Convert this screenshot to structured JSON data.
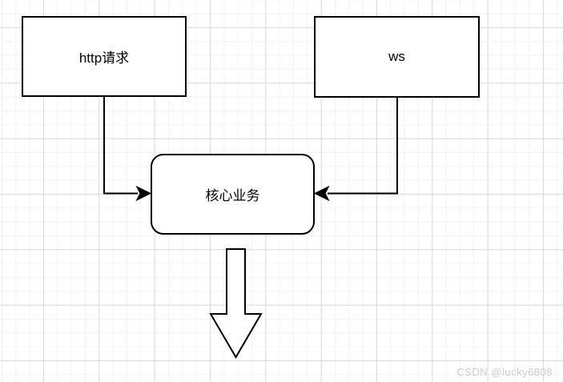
{
  "diagram": {
    "nodes": [
      {
        "id": "http-request",
        "label": "http请求",
        "shape": "rectangle"
      },
      {
        "id": "ws",
        "label": "ws",
        "shape": "rectangle"
      },
      {
        "id": "core-business",
        "label": "核心业务",
        "shape": "rounded-rectangle"
      }
    ],
    "connectors": [
      {
        "from": "http-request",
        "to": "core-business",
        "style": "elbow-arrow"
      },
      {
        "from": "ws",
        "to": "core-business",
        "style": "elbow-arrow"
      },
      {
        "from": "core-business",
        "direction": "down",
        "style": "hollow-block-arrow"
      }
    ]
  },
  "watermark": {
    "text": "CSDN @lucky6808"
  },
  "colors": {
    "stroke": "#000000",
    "node_fill": "#ffffff",
    "grid_minor": "#f2f2f2",
    "grid_major": "#d9d9d9",
    "watermark": "#cccccc",
    "background": "#ffffff"
  }
}
